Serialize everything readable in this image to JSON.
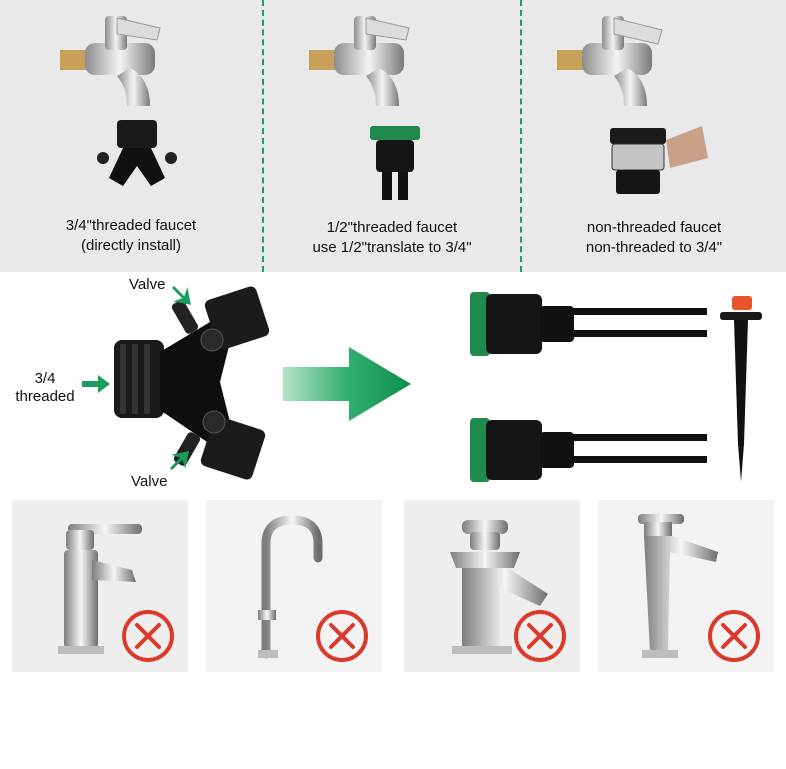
{
  "top_panels": [
    {
      "line1": "3/4\"threaded faucet",
      "line2": "(directly install)"
    },
    {
      "line1": "1/2\"threaded faucet",
      "line2": "use 1/2\"translate to 3/4\""
    },
    {
      "line1": "non-threaded faucet",
      "line2": "non-threaded to 3/4\""
    }
  ],
  "connector": {
    "valve_top": "Valve",
    "valve_bottom": "Valve",
    "inlet_line1": "3/4",
    "inlet_line2": "threaded"
  },
  "colors": {
    "accent_green": "#1f9a6a",
    "arrow_green": "#1a9c5f",
    "cross_red": "#d93a2c",
    "band_gray": "#e9e9e9"
  },
  "incompatible_faucets": [
    {
      "icon": "basin-mixer-faucet-icon"
    },
    {
      "icon": "gooseneck-faucet-icon"
    },
    {
      "icon": "waterfall-faucet-icon"
    },
    {
      "icon": "tall-vessel-faucet-icon"
    }
  ]
}
